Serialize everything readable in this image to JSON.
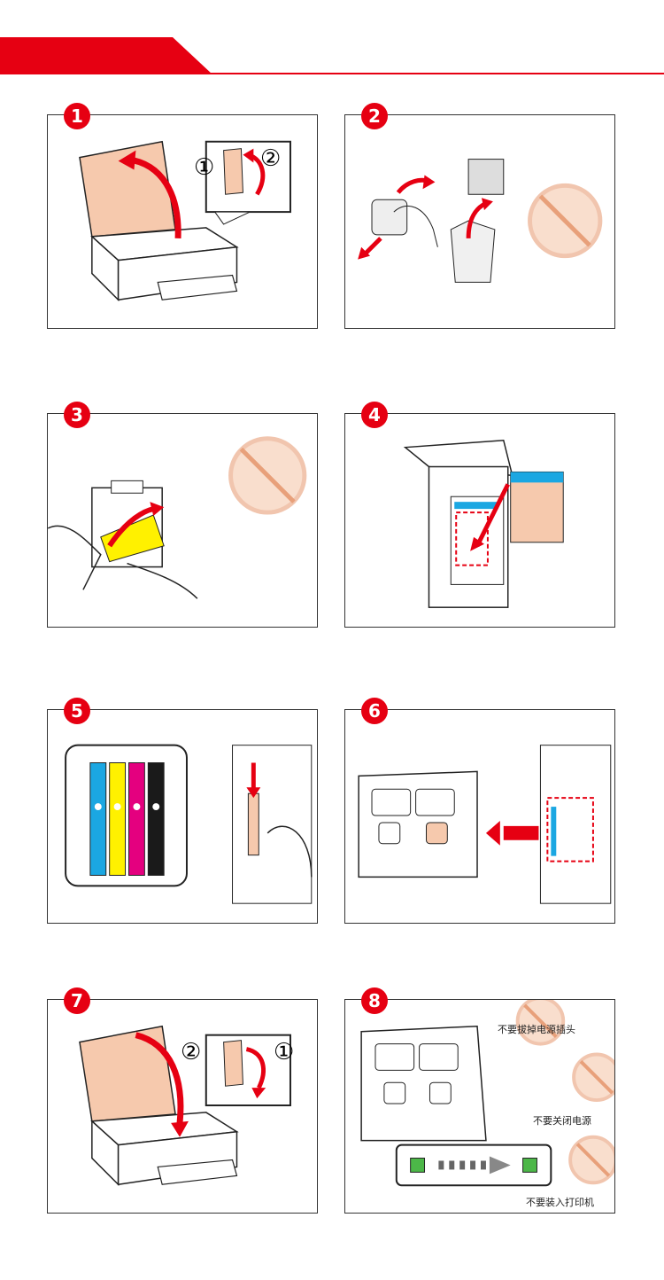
{
  "colors": {
    "accent": "#e60012",
    "peach": "#f6c9ad",
    "cyan": "#1ba7e2",
    "yellow": "#fff100",
    "magenta": "#e4007f",
    "black": "#1a1a1a"
  },
  "steps": [
    {
      "number": "1",
      "callouts": [
        "①",
        "②"
      ]
    },
    {
      "number": "2"
    },
    {
      "number": "3"
    },
    {
      "number": "4"
    },
    {
      "number": "5"
    },
    {
      "number": "6"
    },
    {
      "number": "7",
      "callouts": [
        "②",
        "①"
      ]
    },
    {
      "number": "8",
      "warnings": [
        "不要拔掉电源插头",
        "不要关闭电源",
        "不要装入打印机"
      ]
    }
  ]
}
